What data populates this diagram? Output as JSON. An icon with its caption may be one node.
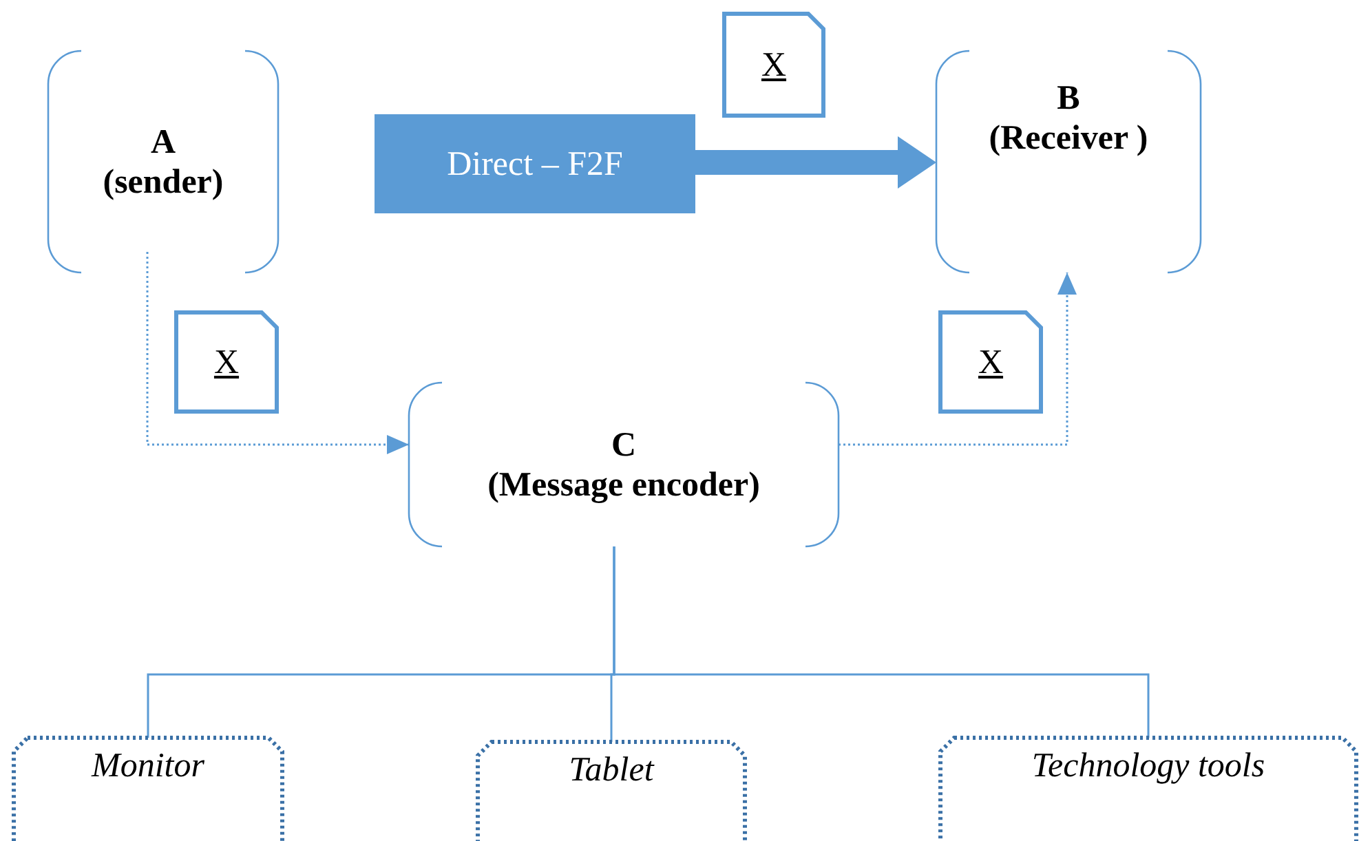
{
  "diagram": {
    "nodes": [
      {
        "text": [
          "A",
          "(sender)"
        ]
      },
      {
        "text": [
          "Direct – F2F"
        ]
      },
      {
        "text": [
          "B",
          "(Receiver )"
        ]
      },
      {
        "text": [
          "X"
        ]
      },
      {
        "text": [
          "X"
        ]
      },
      {
        "text": [
          "C",
          "(Message encoder)"
        ]
      },
      {
        "text": [
          "X"
        ]
      },
      {
        "text": [
          "Monitor"
        ]
      },
      {
        "text": [
          "Tablet"
        ]
      },
      {
        "text": [
          "Technology tools"
        ]
      }
    ],
    "edges": [
      {
        "from": 1,
        "to": 2,
        "arrow": "to",
        "style": "thick"
      },
      {
        "from": 0,
        "to": 5,
        "arrow": "to",
        "style": "dashed"
      },
      {
        "from": 5,
        "to": 2,
        "arrow": "to",
        "style": "dashed"
      },
      {
        "from": 5,
        "to": 7,
        "arrow": "none"
      },
      {
        "from": 5,
        "to": 8,
        "arrow": "none"
      },
      {
        "from": 5,
        "to": 9,
        "arrow": "none"
      }
    ]
  }
}
